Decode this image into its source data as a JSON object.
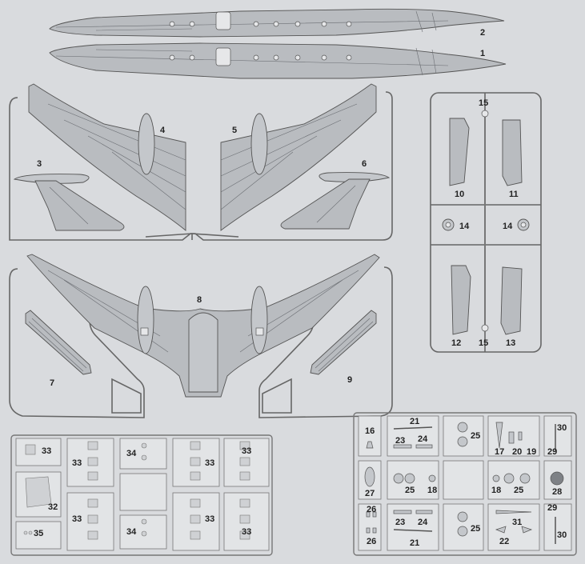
{
  "sheet": {
    "labels": {
      "p1": "1",
      "p2": "2",
      "p3": "3",
      "p4": "4",
      "p5": "5",
      "p6": "6",
      "p7": "7",
      "p8": "8",
      "p9": "9",
      "p10": "10",
      "p11": "11",
      "p12": "12",
      "p13": "13",
      "p14a": "14",
      "p14b": "14",
      "p15a": "15",
      "p15b": "15",
      "p16": "16",
      "p17": "17",
      "p18a": "18",
      "p18b": "18",
      "p19": "19",
      "p20": "20",
      "p21a": "21",
      "p21b": "21",
      "p22": "22",
      "p23a": "23",
      "p23b": "23",
      "p24a": "24",
      "p24b": "24",
      "p25a": "25",
      "p25b": "25",
      "p25c": "25",
      "p25d": "25",
      "p26a": "26",
      "p26b": "26",
      "p27": "27",
      "p28": "28",
      "p29a": "29",
      "p29b": "29",
      "p30a": "30",
      "p30b": "30",
      "p31": "31",
      "p32": "32",
      "p33a": "33",
      "p33b": "33",
      "p33c": "33",
      "p33d": "33",
      "p33e": "33",
      "p33f": "33",
      "p33g": "33",
      "p34a": "34",
      "p34b": "34",
      "p35": "35"
    }
  }
}
